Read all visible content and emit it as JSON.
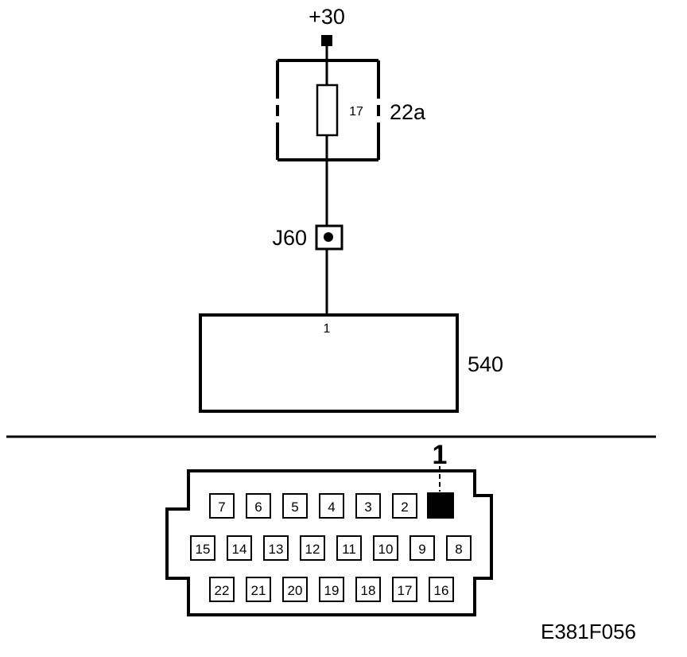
{
  "supply_label": "+30",
  "fuse": {
    "number": "17",
    "box_label": "22a"
  },
  "junction": {
    "label": "J60"
  },
  "component": {
    "pin": "1",
    "label": "540"
  },
  "connector": {
    "pin_callout": "1",
    "row1": [
      "7",
      "6",
      "5",
      "4",
      "3",
      "2"
    ],
    "row2": [
      "15",
      "14",
      "13",
      "12",
      "11",
      "10",
      "9",
      "8"
    ],
    "row3": [
      "22",
      "21",
      "20",
      "19",
      "18",
      "17",
      "16"
    ]
  },
  "figure_id": "E381F056"
}
